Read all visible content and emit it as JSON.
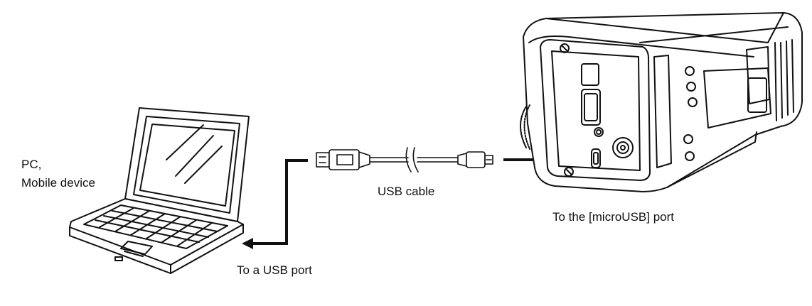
{
  "labels": {
    "pc": "PC,",
    "mobile_device": "Mobile device",
    "usb_cable": "USB cable",
    "microusb_port": "To the [microUSB] port",
    "usb_port": "To a USB port"
  },
  "colors": {
    "line": "#111111",
    "background": "#ffffff"
  },
  "icons": {
    "computer": "laptop-icon",
    "cable": "usb-cable-icon",
    "radio": "transceiver-icon",
    "arrow": "arrow-icon"
  }
}
